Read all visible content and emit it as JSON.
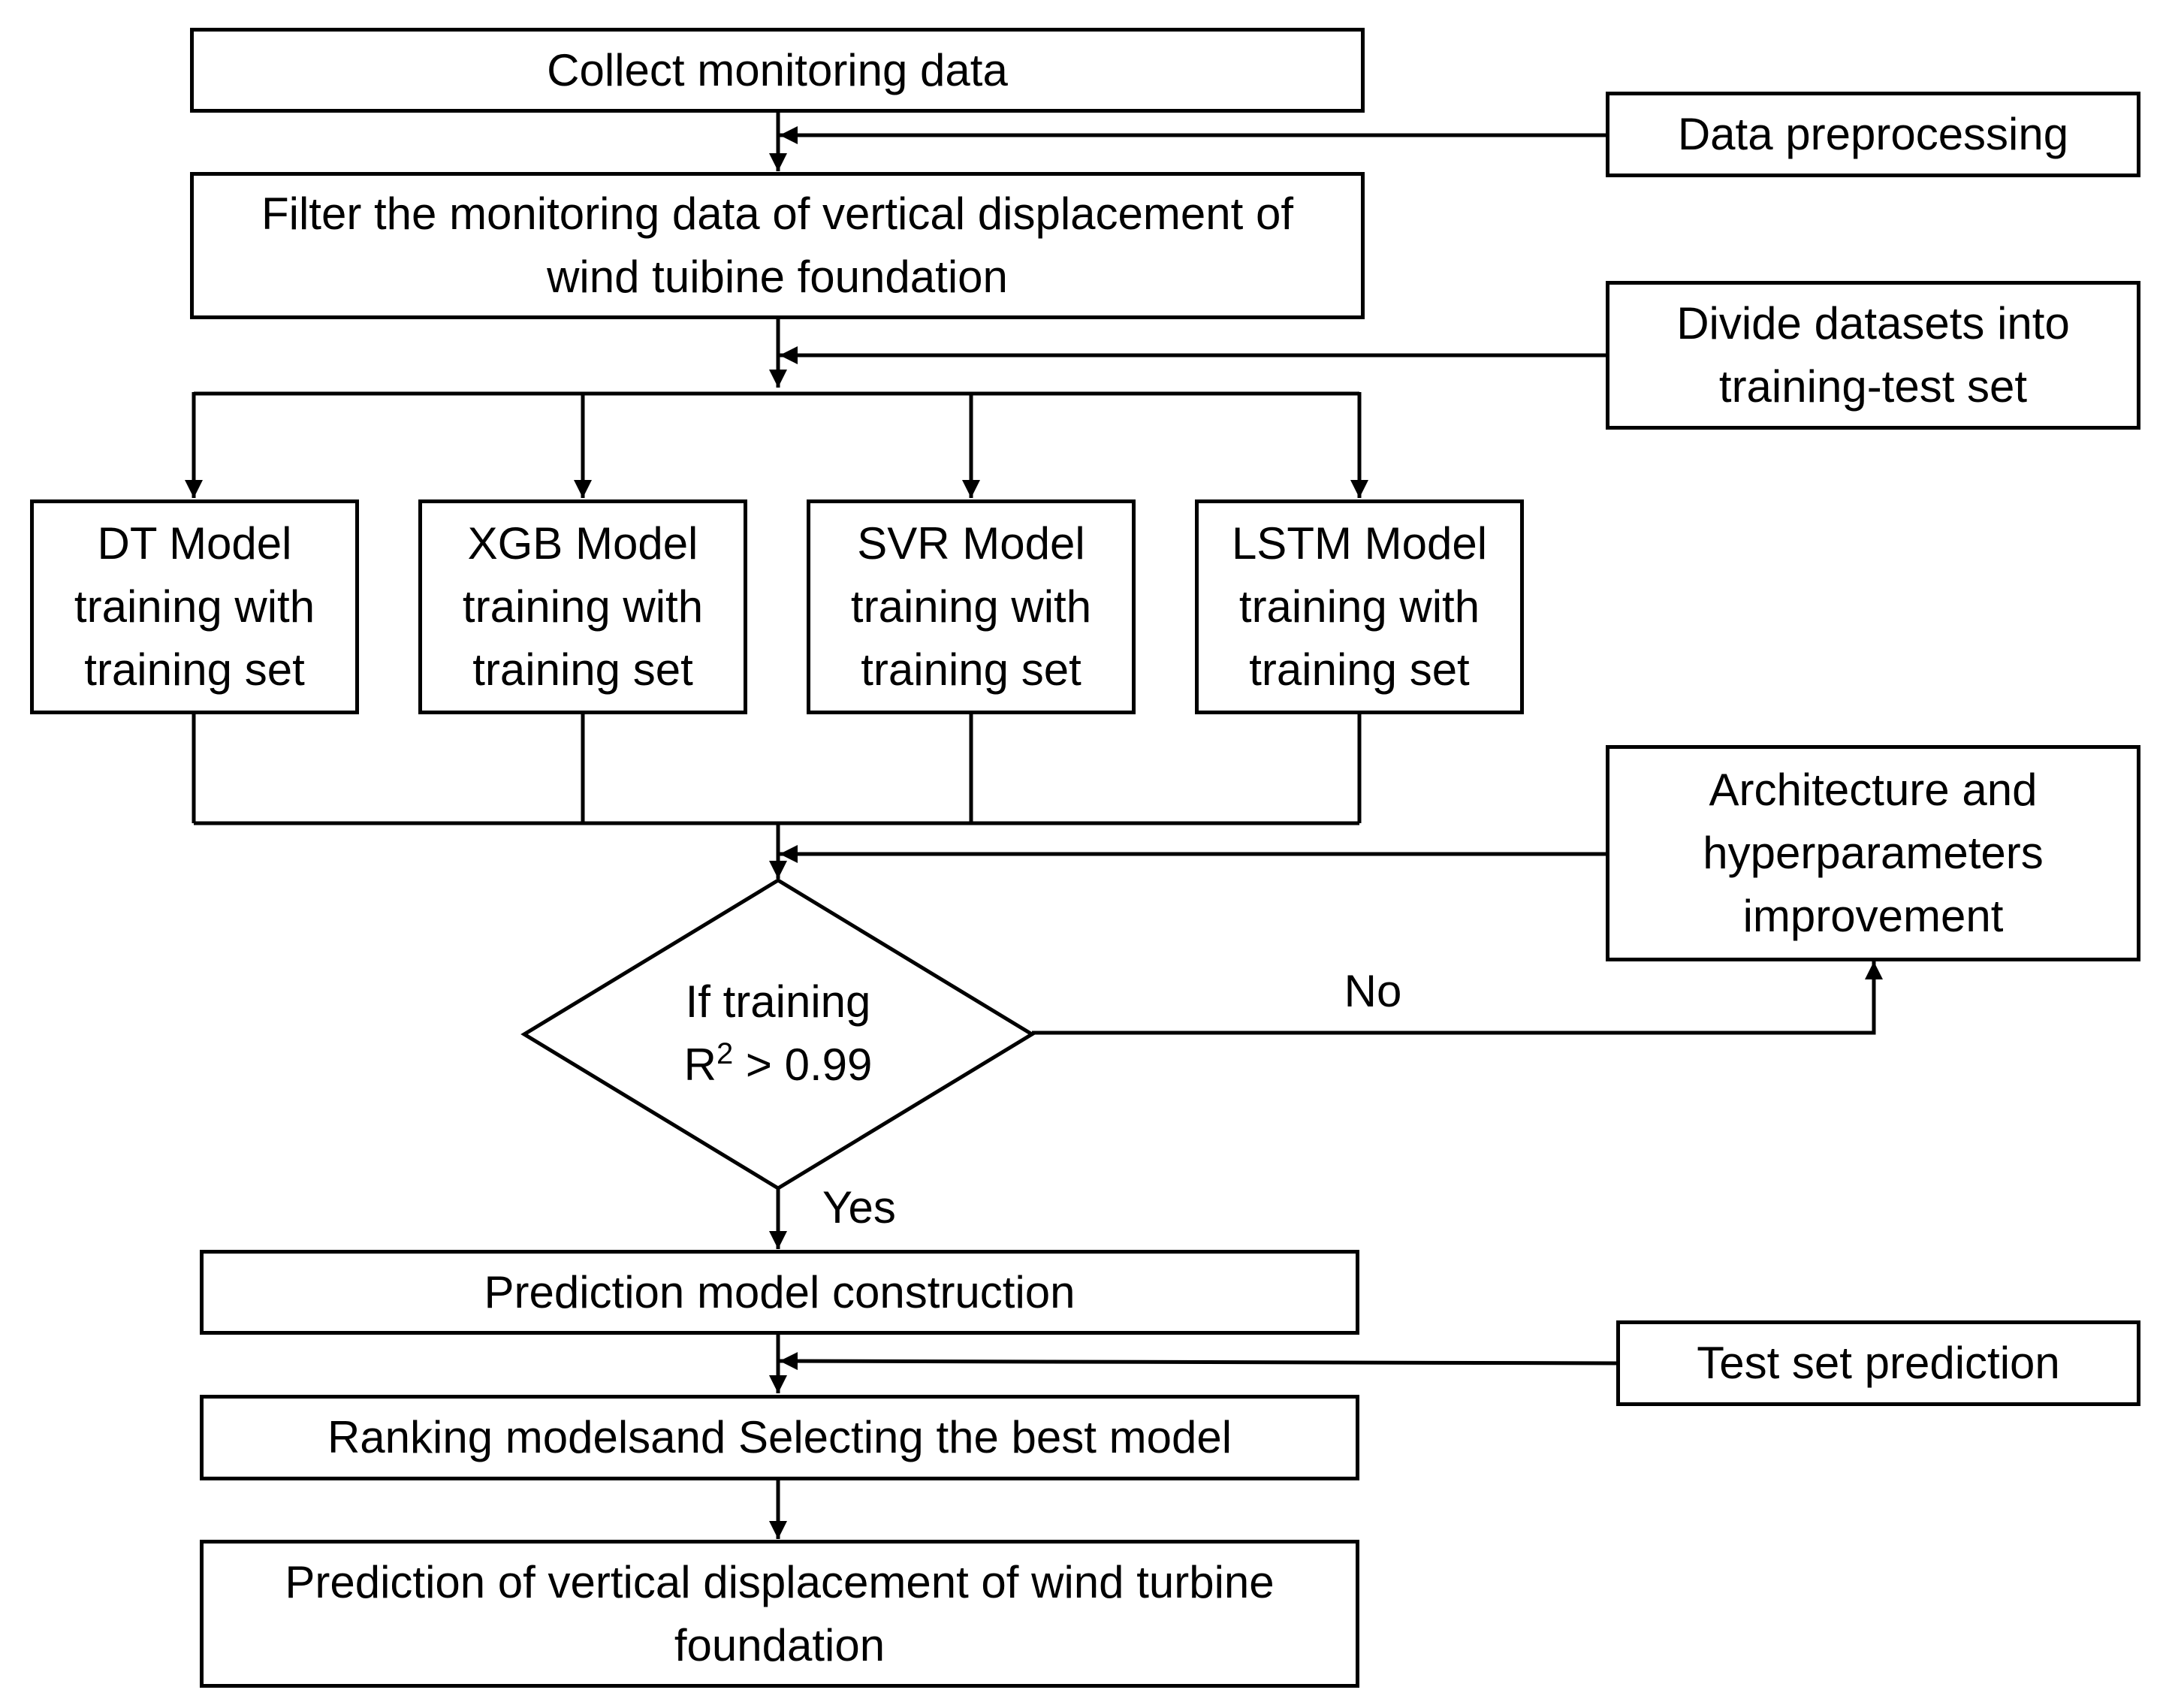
{
  "flowchart": {
    "main_steps": {
      "collect": "Collect monitoring data",
      "filter_line1": "Filter the monitoring data of vertical displacement of",
      "filter_line2": "wind tuibine foundation",
      "construction": "Prediction model construction",
      "ranking": "Ranking modelsand Selecting the best model",
      "prediction_line1": "Prediction of vertical displacement of wind turbine",
      "prediction_line2": "foundation"
    },
    "side_steps": {
      "preprocessing": "Data preprocessing",
      "divide_line1": "Divide datasets into",
      "divide_line2": "training-test set",
      "improvement_line1": "Architecture and",
      "improvement_line2": "hyperparameters",
      "improvement_line3": "improvement",
      "test_prediction": "Test set prediction"
    },
    "models": [
      {
        "line1": "DT Model",
        "line2": "training with",
        "line3": "training set"
      },
      {
        "line1": "XGB Model",
        "line2": "training with",
        "line3": "training set"
      },
      {
        "line1": "SVR Model",
        "line2": "training with",
        "line3": "training set"
      },
      {
        "line1": "LSTM Model",
        "line2": "training with",
        "line3": "training set"
      }
    ],
    "decision": {
      "line1": "If training",
      "r_symbol": "R",
      "superscript": "2",
      "condition": " > 0.99"
    },
    "branch_labels": {
      "no": "No",
      "yes": "Yes"
    }
  }
}
